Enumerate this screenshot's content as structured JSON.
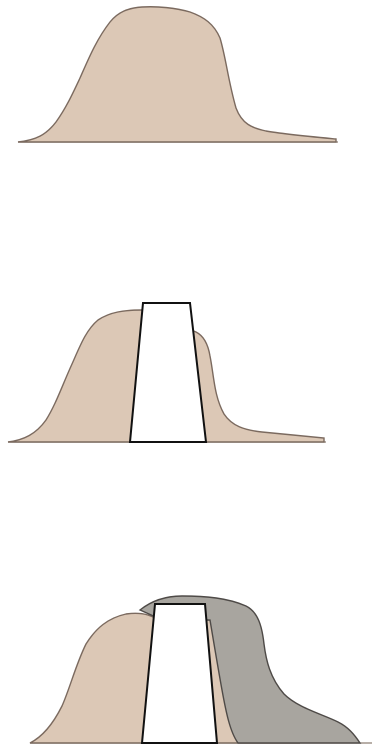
{
  "figure": {
    "panels": [
      {
        "id": "original-slope",
        "fills": {
          "mound": "#dcc8b6"
        },
        "stroke": "#7b6a5f",
        "baseline": "#8d7f74"
      },
      {
        "id": "dam-inserted",
        "fills": {
          "mound": "#dcc8b6",
          "dam": "#ffffff"
        },
        "stroke": "#7b6a5f",
        "dam_stroke": "#111111",
        "baseline": "#8d7f74"
      },
      {
        "id": "displaced-material",
        "fills": {
          "mound": "#dcc8b6",
          "displaced": "#a8a59f",
          "dam": "#ffffff"
        },
        "stroke": "#7b6a5f",
        "dam_stroke": "#111111",
        "baseline": "#8d7f74"
      }
    ]
  }
}
